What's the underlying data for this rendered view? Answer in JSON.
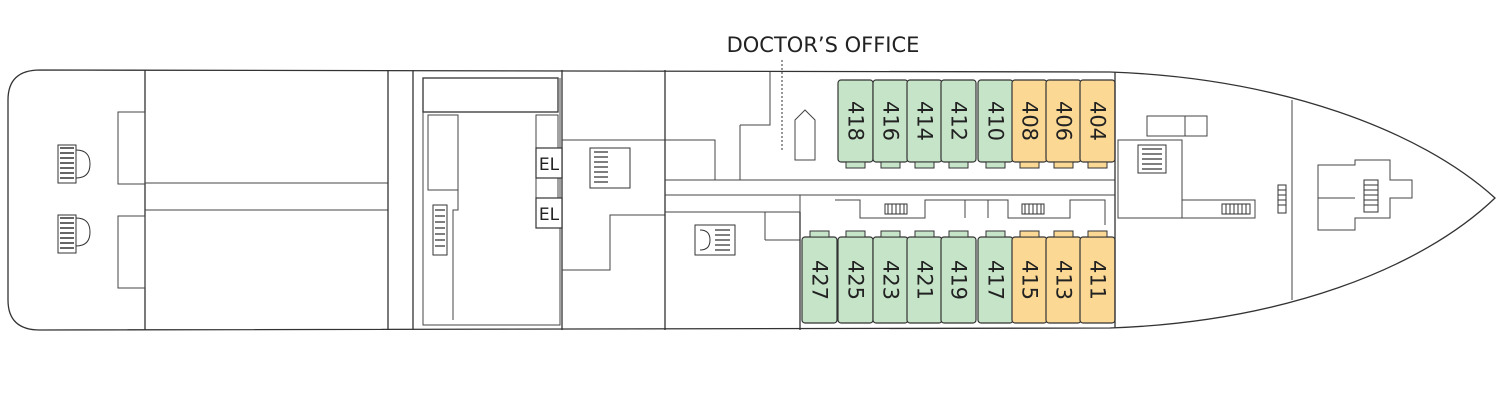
{
  "labels": {
    "doctors_office": "DOCTOR’S OFFICE",
    "elevator_1": "EL",
    "elevator_2": "EL"
  },
  "colors": {
    "green": "#c6e4c8",
    "yellow": "#fbd894",
    "outline": "#333333"
  },
  "cabins_top": [
    {
      "number": "418",
      "category": "green"
    },
    {
      "number": "416",
      "category": "green"
    },
    {
      "number": "414",
      "category": "green"
    },
    {
      "number": "412",
      "category": "green"
    },
    {
      "number": "410",
      "category": "green"
    },
    {
      "number": "408",
      "category": "yellow"
    },
    {
      "number": "406",
      "category": "yellow"
    },
    {
      "number": "404",
      "category": "yellow"
    }
  ],
  "cabins_bottom": [
    {
      "number": "427",
      "category": "green"
    },
    {
      "number": "425",
      "category": "green"
    },
    {
      "number": "423",
      "category": "green"
    },
    {
      "number": "421",
      "category": "green"
    },
    {
      "number": "419",
      "category": "green"
    },
    {
      "number": "417",
      "category": "green"
    },
    {
      "number": "415",
      "category": "yellow"
    },
    {
      "number": "413",
      "category": "yellow"
    },
    {
      "number": "411",
      "category": "yellow"
    }
  ]
}
